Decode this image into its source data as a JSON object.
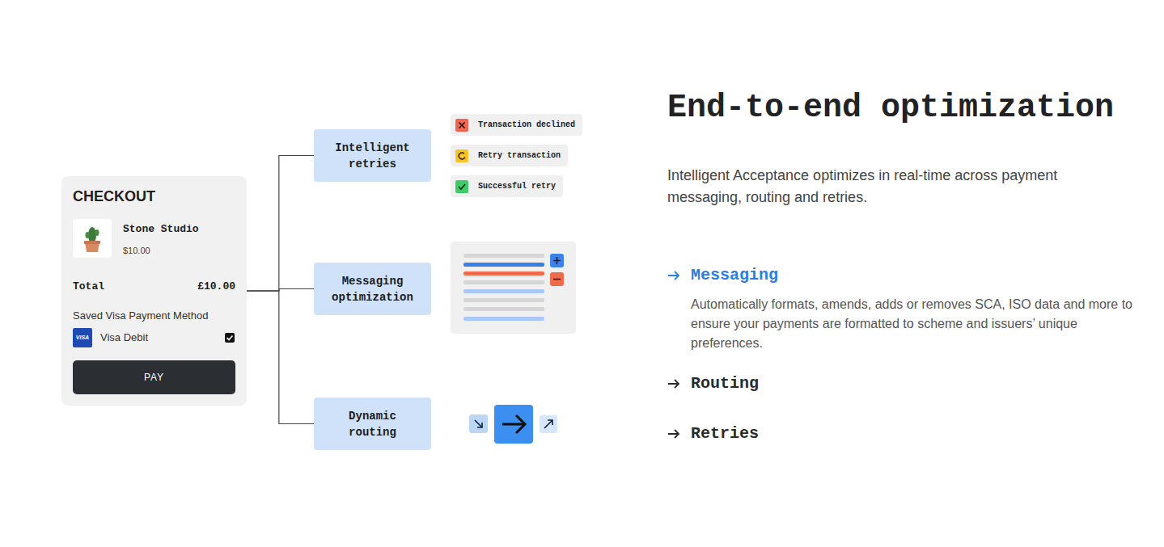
{
  "diagram": {
    "title": "End-to-end optimization",
    "nodes": [
      {
        "text": [
          "CHECKOUT",
          "Stone Studio",
          "$10.00",
          "Total",
          "£10.00",
          "Saved Visa Payment Method",
          "Visa Debit"
        ]
      },
      {
        "text": [
          "VISA"
        ],
        "in": 0
      },
      {
        "text": [
          "PAY"
        ],
        "in": 0
      },
      {
        "text": [
          "Intelligent retries"
        ]
      },
      {
        "text": [
          "Transaction declined"
        ]
      },
      {
        "text": [
          "Retry transaction"
        ]
      },
      {
        "text": [
          "Successful retry"
        ]
      },
      {
        "text": [
          "Messaging optimization"
        ]
      },
      {
        "text": [
          "Dynamic routing"
        ]
      }
    ],
    "edges": [
      {
        "from": 0,
        "to": 3,
        "arrow": "none"
      },
      {
        "from": 0,
        "to": 7,
        "arrow": "none"
      },
      {
        "from": 0,
        "to": 8,
        "arrow": "none"
      }
    ],
    "labels": [
      "Intelligent Acceptance optimizes in real-time across payment messaging, routing and retries.",
      "Messaging",
      "Automatically formats, amends, adds or removes SCA, ISO data and more to ensure your payments are formatted to scheme and issuers’ unique preferences.",
      "Routing",
      "Retries"
    ]
  }
}
